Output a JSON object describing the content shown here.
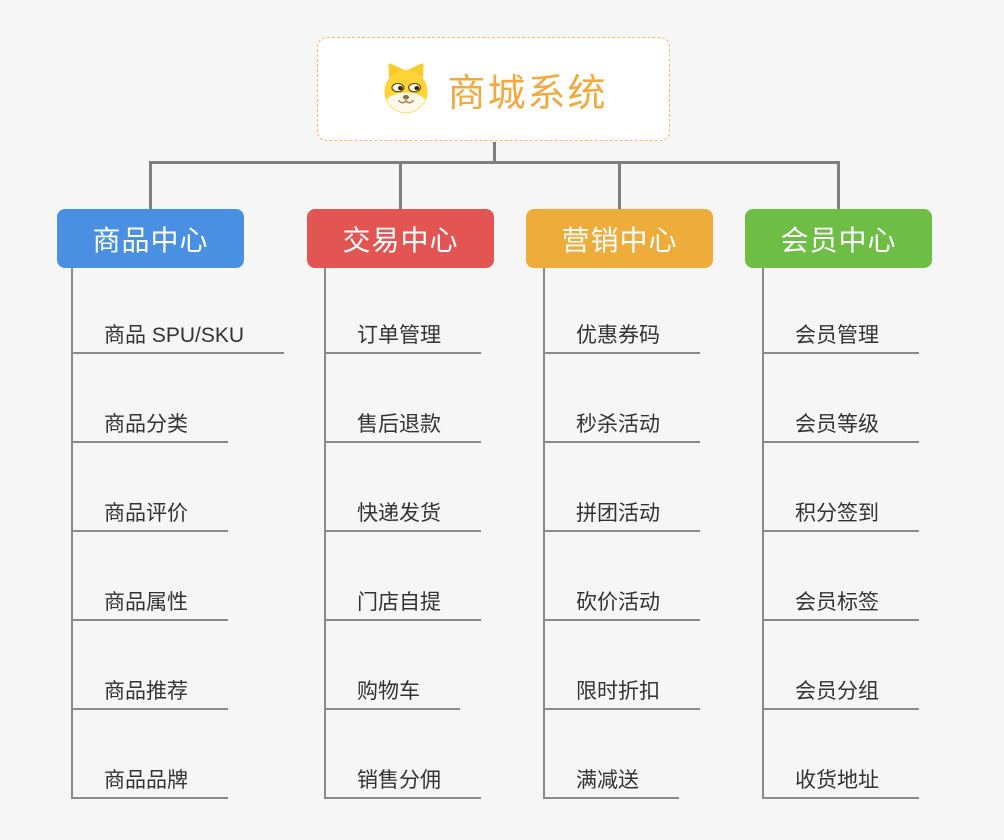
{
  "canvas": {
    "background": "#f5f6f5"
  },
  "root": {
    "title": "商城系统",
    "icon": "doge-icon",
    "text_color": "#f2a93e",
    "border_color": "#f4bb63"
  },
  "connector_color": "#7f7f7f",
  "branches": [
    {
      "label": "商品中心",
      "color": "#4a90e2",
      "items": [
        "商品 SPU/SKU",
        "商品分类",
        "商品评价",
        "商品属性",
        "商品推荐",
        "商品品牌"
      ]
    },
    {
      "label": "交易中心",
      "color": "#e25552",
      "items": [
        "订单管理",
        "售后退款",
        "快递发货",
        "门店自提",
        "购物车",
        "销售分佣"
      ]
    },
    {
      "label": "营销中心",
      "color": "#eeac3b",
      "items": [
        "优惠券码",
        "秒杀活动",
        "拼团活动",
        "砍价活动",
        "限时折扣",
        "满减送"
      ]
    },
    {
      "label": "会员中心",
      "color": "#6ebe45",
      "items": [
        "会员管理",
        "会员等级",
        "积分签到",
        "会员标签",
        "会员分组",
        "收货地址"
      ]
    }
  ]
}
